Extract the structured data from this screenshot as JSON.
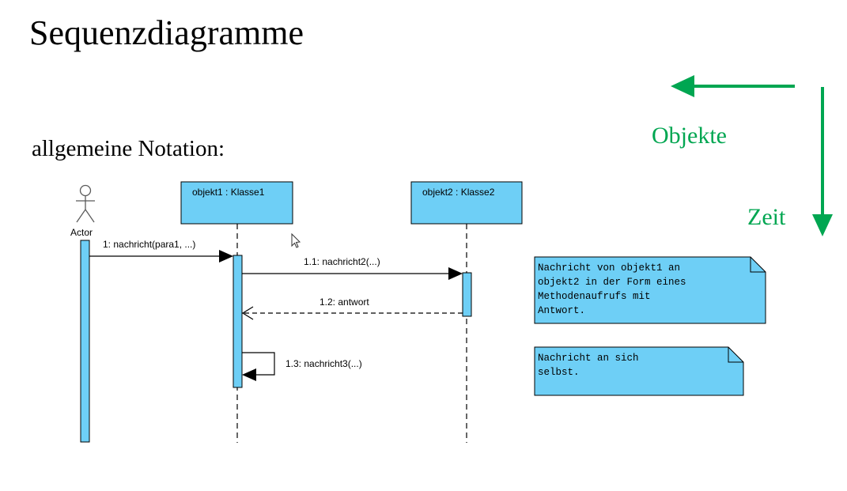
{
  "page": {
    "title": "Sequenzdiagramme",
    "subtitle": "allgemeine Notation:"
  },
  "axes": {
    "objects_label": "Objekte",
    "time_label": "Zeit",
    "color": "#00a651"
  },
  "colors": {
    "box_fill": "#6ecff6",
    "line": "#000000"
  },
  "diagram": {
    "actor": {
      "label": "Actor"
    },
    "lifelines": [
      {
        "label": "objekt1 : Klasse1"
      },
      {
        "label": "objekt2 : Klasse2"
      }
    ],
    "messages": [
      {
        "label": "1: nachricht(para1, ...)",
        "kind": "sync"
      },
      {
        "label": "1.1: nachricht2(...)",
        "kind": "sync"
      },
      {
        "label": "1.2: antwort",
        "kind": "return"
      },
      {
        "label": "1.3: nachricht3(...)",
        "kind": "self"
      }
    ],
    "notes": [
      {
        "lines": [
          "Nachricht von objekt1 an",
          "objekt2 in der Form eines",
          "Methodenaufrufs mit",
          "Antwort."
        ]
      },
      {
        "lines": [
          "Nachricht an sich",
          "selbst."
        ]
      }
    ]
  }
}
